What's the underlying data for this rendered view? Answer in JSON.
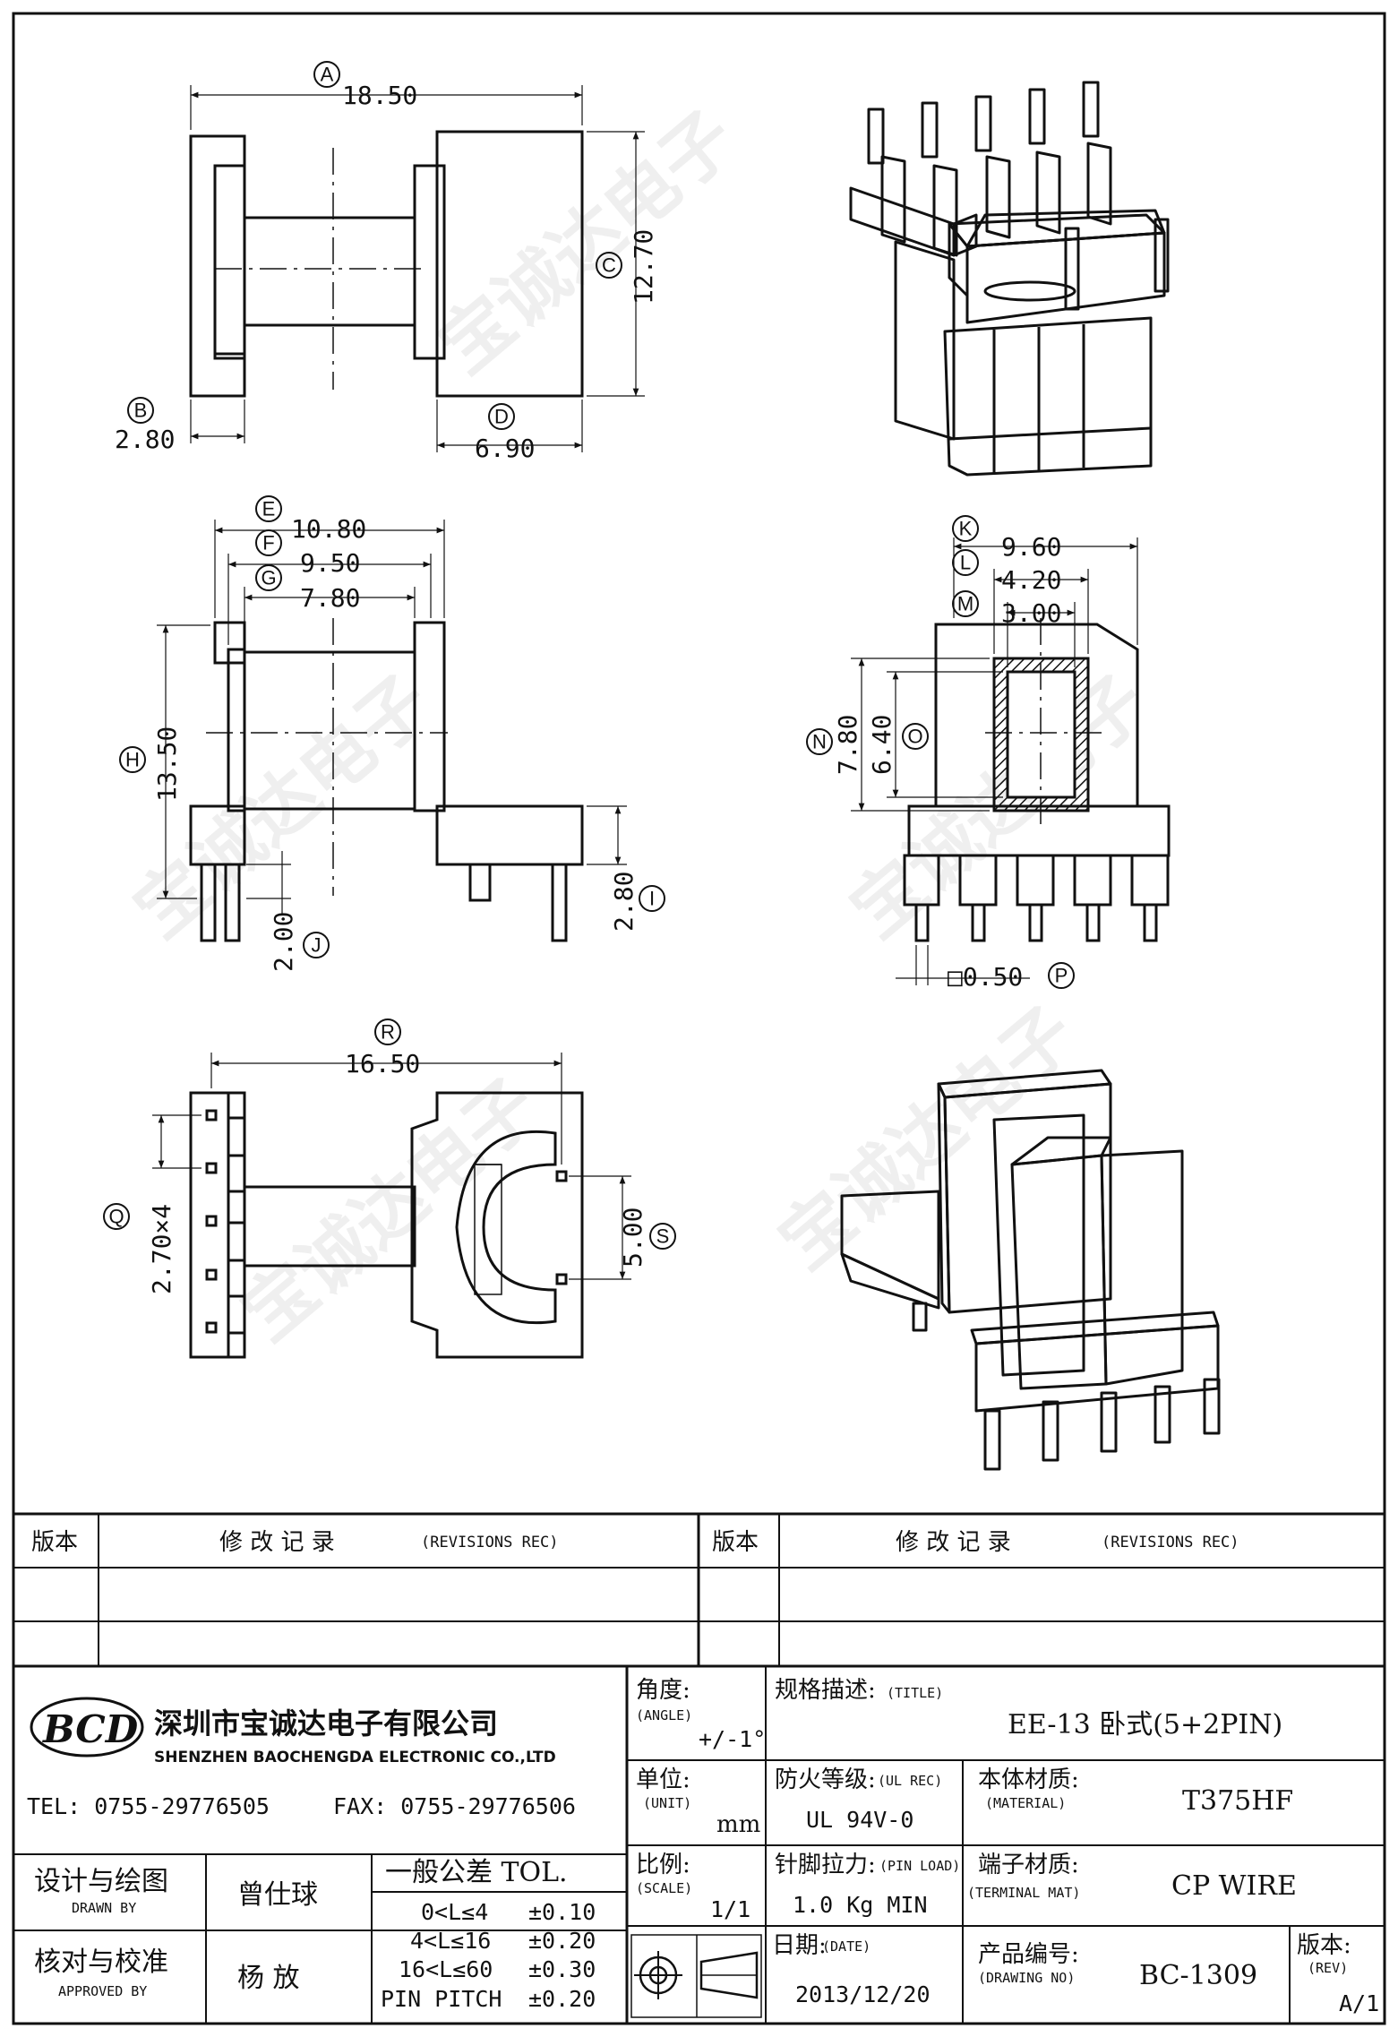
{
  "dims": {
    "A": "18.50",
    "B": "2.80",
    "C": "12.70",
    "D": "6.90",
    "E": "10.80",
    "F": "9.50",
    "G": "7.80",
    "H": "13.50",
    "I": "2.80",
    "J": "2.00",
    "K": "9.60",
    "L": "4.20",
    "M": "3.00",
    "N": "7.80",
    "O": "6.40",
    "P": "□0.50",
    "Q": "2.70×4",
    "R": "16.50",
    "S": "5.00"
  },
  "letters": [
    "A",
    "B",
    "C",
    "D",
    "E",
    "F",
    "G",
    "H",
    "I",
    "J",
    "K",
    "L",
    "M",
    "N",
    "O",
    "P",
    "Q",
    "R",
    "S"
  ],
  "revisions": {
    "version_header": "版本",
    "record_header": "修 改 记 录",
    "record_header_en": "(REVISIONS REC)"
  },
  "company": {
    "logo_text": "BCD",
    "name_cn": "深圳市宝诚达电子有限公司",
    "name_en": "SHENZHEN BAOCHENGDA ELECTRONIC CO.,LTD",
    "tel": "TEL: 0755-29776505",
    "fax": "FAX: 0755-29776506",
    "watermark_cn": "宝诚达电子"
  },
  "title_block": {
    "angle_label": "角度:",
    "angle_label_en": "(ANGLE)",
    "angle_value": "+/-1°",
    "title_label": "规格描述:",
    "title_label_en": "(TITLE)",
    "title_value": "EE-13 卧式(5+2PIN)",
    "unit_label": "单位:",
    "unit_label_en": "(UNIT)",
    "unit_value": "mm",
    "ul_label": "防火等级:",
    "ul_label_en": "(UL REC)",
    "ul_value": "UL 94V-0",
    "material_label": "本体材质:",
    "material_label_en": "(MATERIAL)",
    "material_value": "T375HF",
    "drawn_label": "设计与绘图",
    "drawn_label_en": "DRAWN BY",
    "drawn_value": "曾仕球",
    "approved_label": "核对与校准",
    "approved_label_en": "APPROVED BY",
    "approved_value": "杨  放",
    "tol_label": "一般公差 TOL.",
    "tol_rows": [
      {
        "range": "0<L≤4",
        "tol": "±0.10"
      },
      {
        "range": "4<L≤16",
        "tol": "±0.20"
      },
      {
        "range": "16<L≤60",
        "tol": "±0.30"
      },
      {
        "range": "PIN PITCH",
        "tol": "±0.20"
      }
    ],
    "scale_label": "比例:",
    "scale_label_en": "(SCALE)",
    "scale_value": "1/1",
    "pinload_label": "针脚拉力:",
    "pinload_label_en": "(PIN LOAD)",
    "pinload_value": "1.0 Kg MIN",
    "terminal_label": "端子材质:",
    "terminal_label_en": "(TERMINAL MAT)",
    "terminal_value": "CP WIRE",
    "date_label": "日期:",
    "date_label_en": "(DATE)",
    "date_value": "2013/12/20",
    "drawing_label": "产品编号:",
    "drawing_label_en": "(DRAWING NO)",
    "drawing_value": "BC-1309",
    "rev_label": "版本:",
    "rev_label_en": "(REV)",
    "rev_value": "A/1"
  }
}
